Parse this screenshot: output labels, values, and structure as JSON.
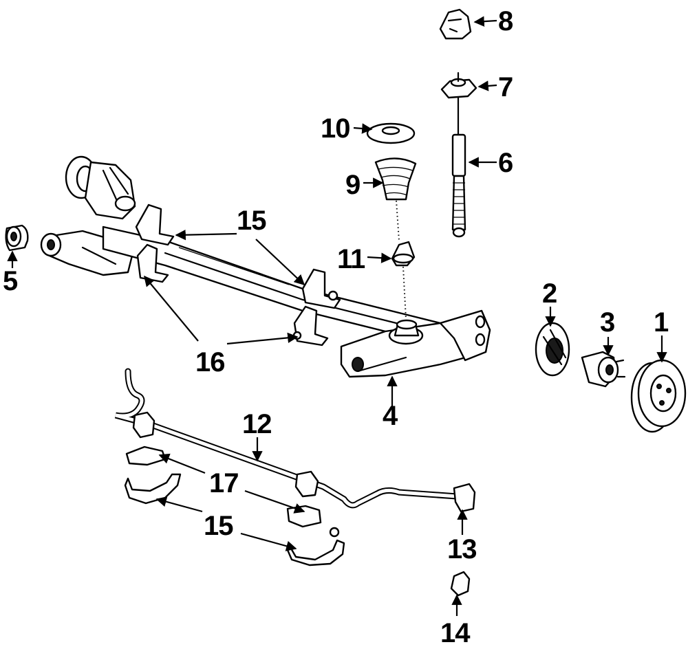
{
  "diagram": {
    "background": "#ffffff",
    "ink": "#000000",
    "callouts": {
      "c1": "1",
      "c2": "2",
      "c3": "3",
      "c4": "4",
      "c5": "5",
      "c6": "6",
      "c7": "7",
      "c8": "8",
      "c9": "9",
      "c10": "10",
      "c11": "11",
      "c12": "12",
      "c13": "13",
      "c14": "14",
      "c15a": "15",
      "c15b": "15",
      "c16": "16",
      "c17": "17"
    }
  }
}
